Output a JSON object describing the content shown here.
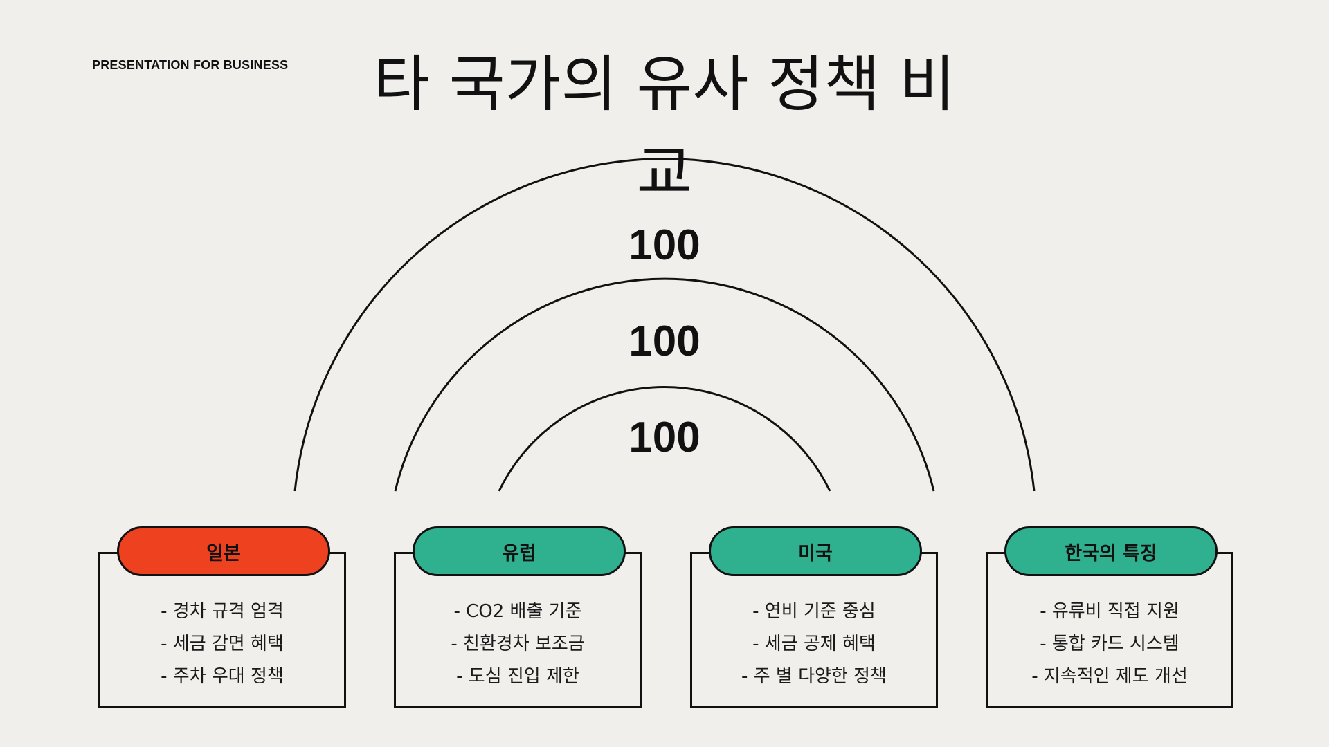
{
  "header": {
    "tagline": "PRESENTATION FOR BUSINESS",
    "title": "타 국가의 유사 정책 비교"
  },
  "rings": [
    {
      "label": "100"
    },
    {
      "label": "100"
    },
    {
      "label": "100"
    }
  ],
  "colors": {
    "background": "#f0efeb",
    "accent_red": "#ee4120",
    "accent_green": "#2fb08f",
    "line": "#111111"
  },
  "cards": [
    {
      "title": "일본",
      "color": "red",
      "items": [
        "- 경차 규격 엄격",
        "- 세금 감면 혜택",
        "- 주차 우대 정책"
      ]
    },
    {
      "title": "유럽",
      "color": "green",
      "items": [
        "- CO2 배출 기준",
        "- 친환경차 보조금",
        "- 도심 진입 제한"
      ]
    },
    {
      "title": "미국",
      "color": "green",
      "items": [
        "- 연비 기준 중심",
        "- 세금 공제 혜택",
        "- 주 별 다양한 정책"
      ]
    },
    {
      "title": "한국의 특징",
      "color": "green",
      "items": [
        "- 유류비 직접 지원",
        "- 통합 카드 시스템",
        "- 지속적인 제도 개선"
      ]
    }
  ]
}
